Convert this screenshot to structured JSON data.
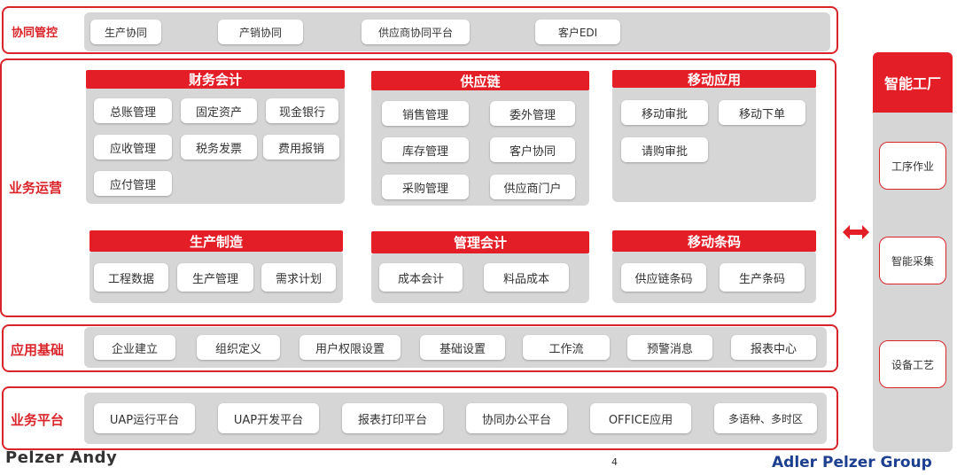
{
  "collab": {
    "label": "协同管控",
    "items": [
      "生产协同",
      "产销协同",
      "供应商协同平台",
      "客户EDI"
    ]
  },
  "ops": {
    "label": "业务运营",
    "finance": {
      "title": "财务会计",
      "items": [
        "总账管理",
        "固定资产",
        "现金银行",
        "应收管理",
        "税务发票",
        "费用报销",
        "应付管理"
      ]
    },
    "supply": {
      "title": "供应链",
      "items": [
        "销售管理",
        "委外管理",
        "库存管理",
        "客户协同",
        "采购管理",
        "供应商门户"
      ]
    },
    "mobile_app": {
      "title": "移动应用",
      "items": [
        "移动审批",
        "移动下单",
        "请购审批"
      ]
    },
    "production": {
      "title": "生产制造",
      "items": [
        "工程数据",
        "生产管理",
        "需求计划"
      ]
    },
    "mgmt": {
      "title": "管理会计",
      "items": [
        "成本会计",
        "料品成本"
      ]
    },
    "barcode": {
      "title": "移动条码",
      "items": [
        "供应链条码",
        "生产条码"
      ]
    }
  },
  "base": {
    "label": "应用基础",
    "items": [
      "企业建立",
      "组织定义",
      "用户权限设置",
      "基础设置",
      "工作流",
      "预警消息",
      "报表中心"
    ]
  },
  "platform": {
    "label": "业务平台",
    "items": [
      "UAP运行平台",
      "UAP开发平台",
      "报表打印平台",
      "协同办公平台",
      "OFFICE应用",
      "多语种、多时区"
    ]
  },
  "factory": {
    "title": "智能工厂",
    "items": [
      "工序作业",
      "智能采集",
      "设备工艺"
    ]
  },
  "footer": {
    "left": "Pelzer Andy",
    "page": "4",
    "right": "Adler Pelzer Group"
  },
  "colors": {
    "accent": "#e41e26",
    "panel": "#d6d6d6",
    "brand_blue": "#1d3f8f"
  },
  "icons": {
    "arrow": "double-arrow-icon"
  }
}
